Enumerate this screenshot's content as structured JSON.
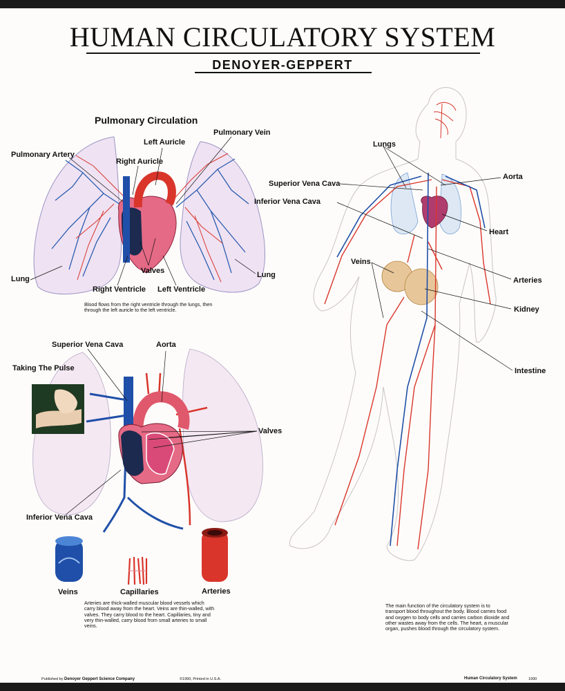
{
  "title": "HUMAN CIRCULATORY SYSTEM",
  "publisher_brand": "DENOYER-GEPPERT",
  "pulmonary": {
    "heading": "Pulmonary Circulation",
    "labels": {
      "pulmonary_vein": "Pulmonary Vein",
      "pulmonary_artery": "Pulmonary Artery",
      "left_auricle": "Left Auricle",
      "right_auricle": "Right Auricle",
      "lung_left": "Lung",
      "lung_right": "Lung",
      "valves": "Valves",
      "right_ventricle": "Right Ventricle",
      "left_ventricle": "Left Ventricle"
    },
    "caption": "Blood flows from the right ventricle through the lungs, then through the left auricle to the left ventricle."
  },
  "heart_detail": {
    "labels": {
      "superior_vena_cava": "Superior Vena Cava",
      "aorta": "Aorta",
      "taking_the_pulse": "Taking The Pulse",
      "valves": "Valves",
      "inferior_vena_cava": "Inferior Vena Cava"
    }
  },
  "vessels": {
    "veins": "Veins",
    "capillaries": "Capillaries",
    "arteries": "Arteries",
    "caption": "Arteries are thick-walled muscular blood vessels which carry blood away from the heart. Veins are thin-walled, with valves. They carry blood to the heart. Capillaries, tiny and very thin-walled, carry blood from small arteries to small veins."
  },
  "body": {
    "labels": {
      "lungs": "Lungs",
      "aorta": "Aorta",
      "superior_vena_cava": "Superior Vena Cava",
      "inferior_vena_cava": "Inferior Vena Cava",
      "heart": "Heart",
      "veins": "Veins",
      "arteries": "Arteries",
      "kidney": "Kidney",
      "intestine": "Intestine"
    },
    "caption": "The main function of the circulatory system is to transport blood throughout the body. Blood carries food and oxygen to body cells and carries carbon dioxide and other wastes away from the cells. The heart, a muscular organ, pushes blood through the circulatory system."
  },
  "footer": {
    "published_prefix": "Published by",
    "publisher": "Denoyer Geppert Science Company",
    "copyright": "©1990, Printed in U.S.A.",
    "chart_name": "Human Circulatory System",
    "chart_number": "1990"
  },
  "colors": {
    "artery_red": "#d9352b",
    "vein_blue": "#1f4fa8",
    "lung_pink": "#efe2f2",
    "heart_pink": "#e56a86"
  }
}
